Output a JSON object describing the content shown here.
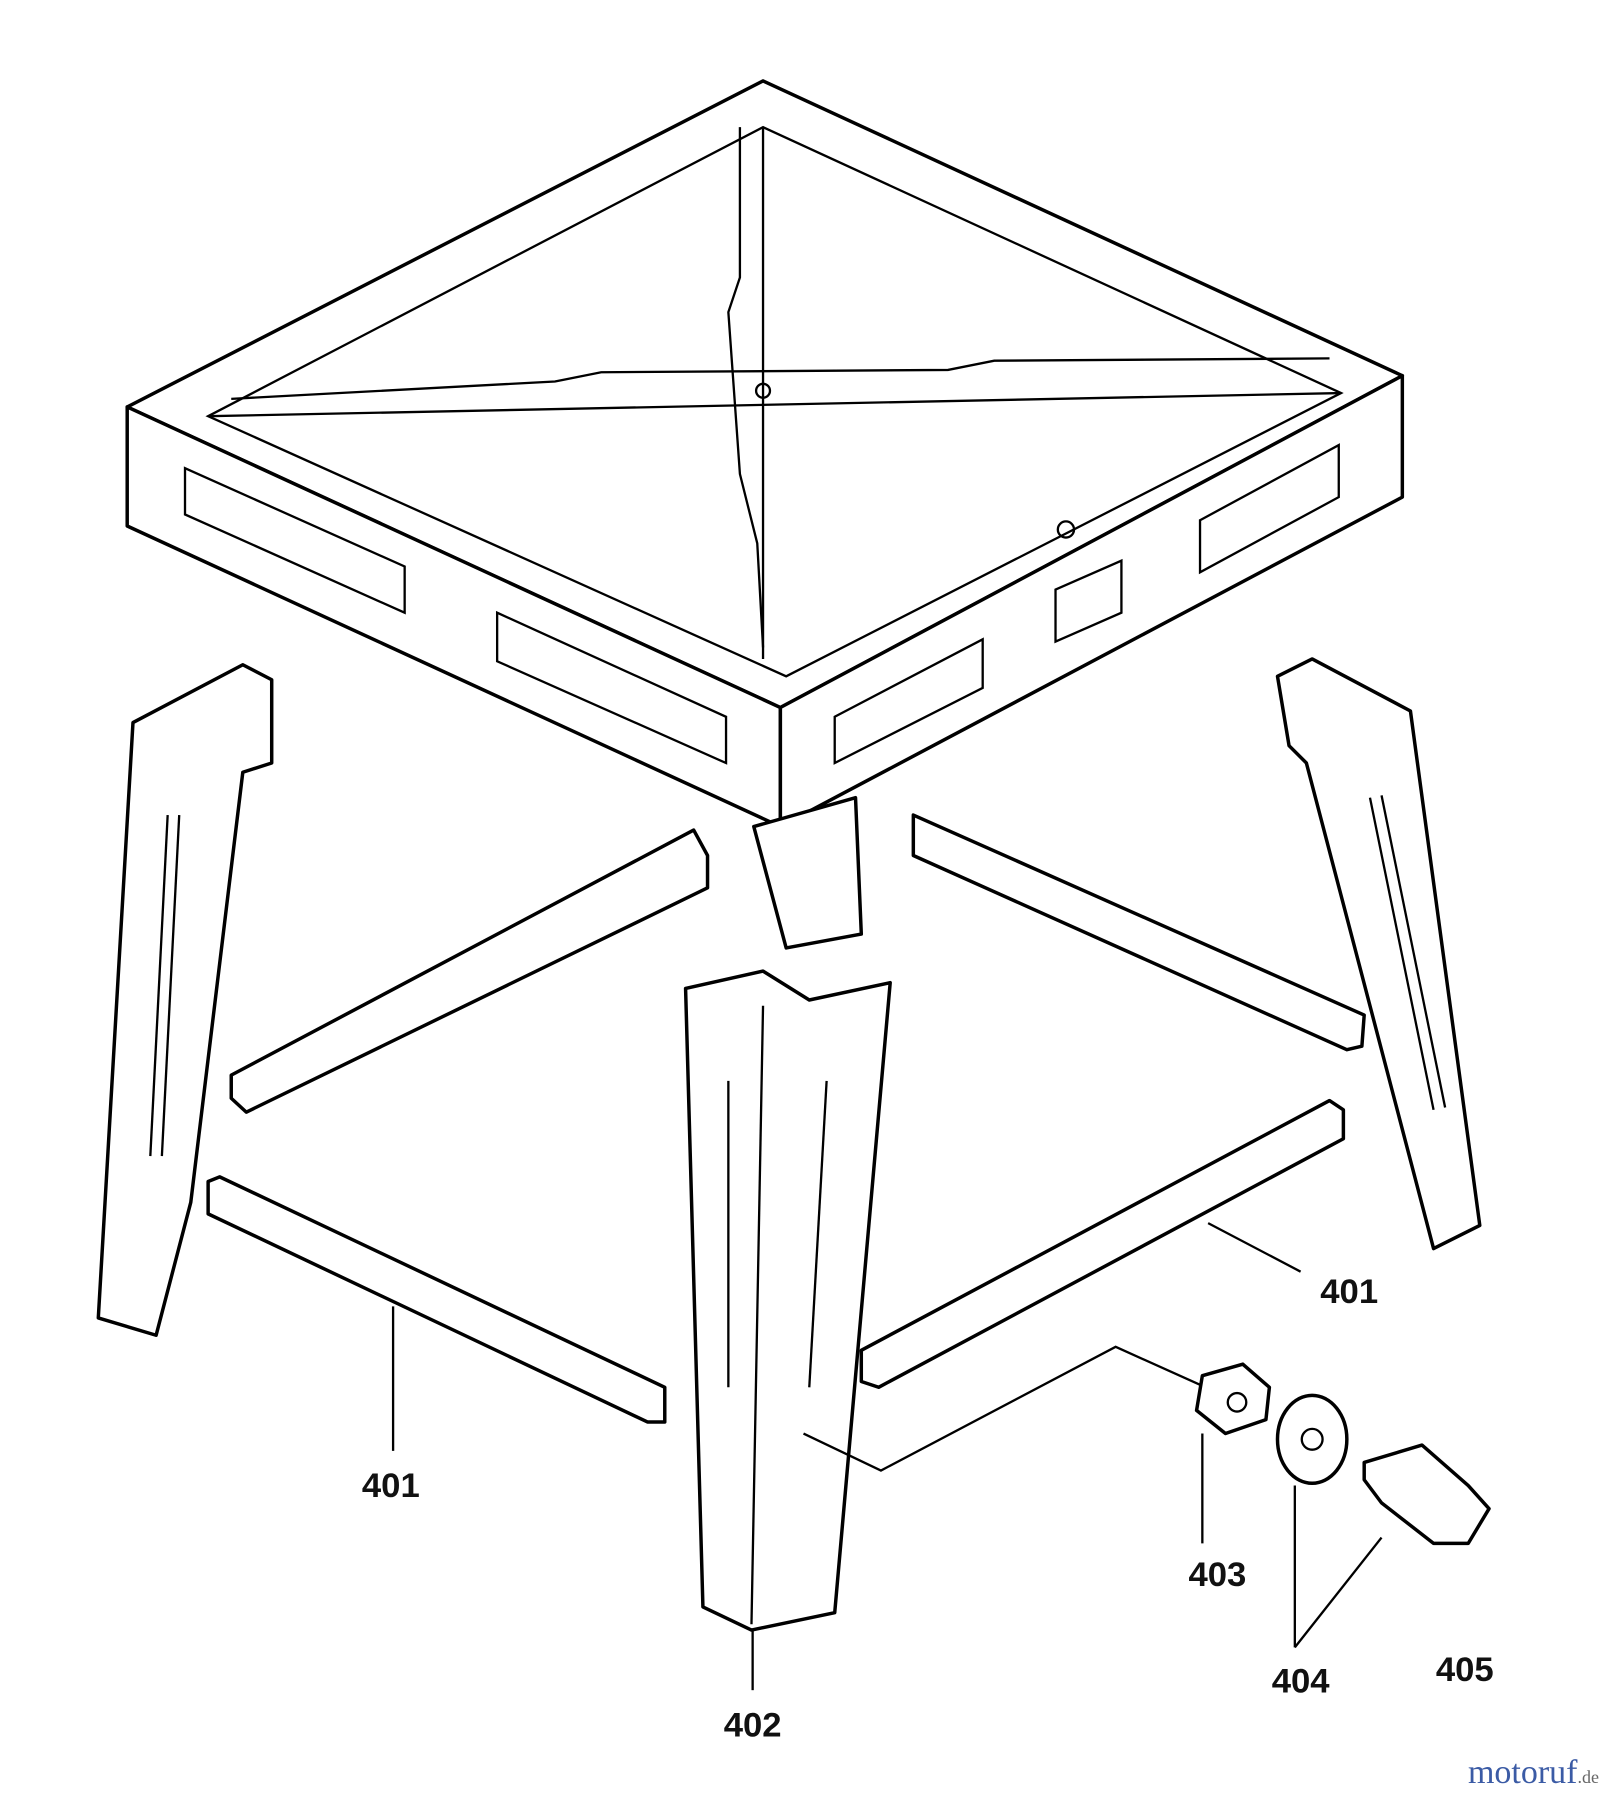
{
  "callouts": [
    {
      "id": "401a",
      "label": "401"
    },
    {
      "id": "401b",
      "label": "401"
    },
    {
      "id": "402",
      "label": "402"
    },
    {
      "id": "403",
      "label": "403"
    },
    {
      "id": "404",
      "label": "404"
    },
    {
      "id": "405",
      "label": "405"
    }
  ],
  "watermark": {
    "name": "motoruf",
    "tld": ".de",
    "colors": [
      "#3b5ba5",
      "#2e8b57",
      "#e0559a",
      "#2e8b57",
      "#d2691e",
      "#6aa84f",
      "#e0a000"
    ]
  }
}
